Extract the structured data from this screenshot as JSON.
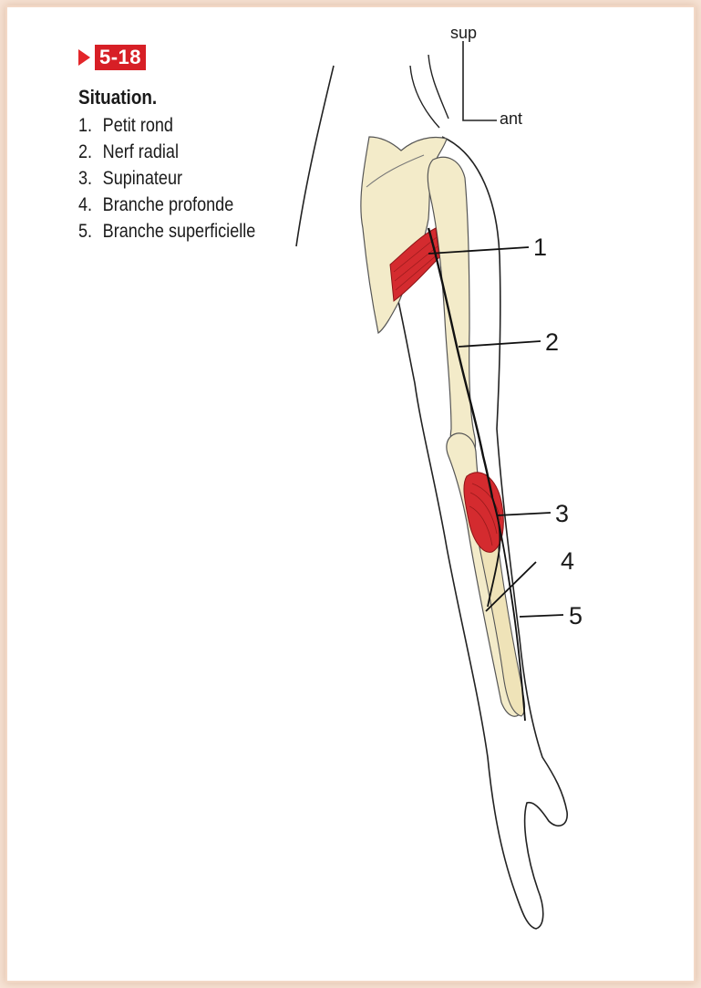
{
  "figure": {
    "number": "5-18",
    "accent_color": "#d71f26",
    "muscle_color": "#d42b2f",
    "bone_color": "#f3ebc9"
  },
  "legend": {
    "title": "Situation.",
    "items": [
      {
        "num": "1.",
        "text": "Petit rond"
      },
      {
        "num": "2.",
        "text": "Nerf radial"
      },
      {
        "num": "3.",
        "text": "Supinateur"
      },
      {
        "num": "4.",
        "text": "Branche profonde"
      },
      {
        "num": "5.",
        "text": "Branche superficielle"
      }
    ]
  },
  "orientation": {
    "sup": "sup",
    "ant": "ant"
  },
  "callouts": [
    "1",
    "2",
    "3",
    "4",
    "5"
  ]
}
